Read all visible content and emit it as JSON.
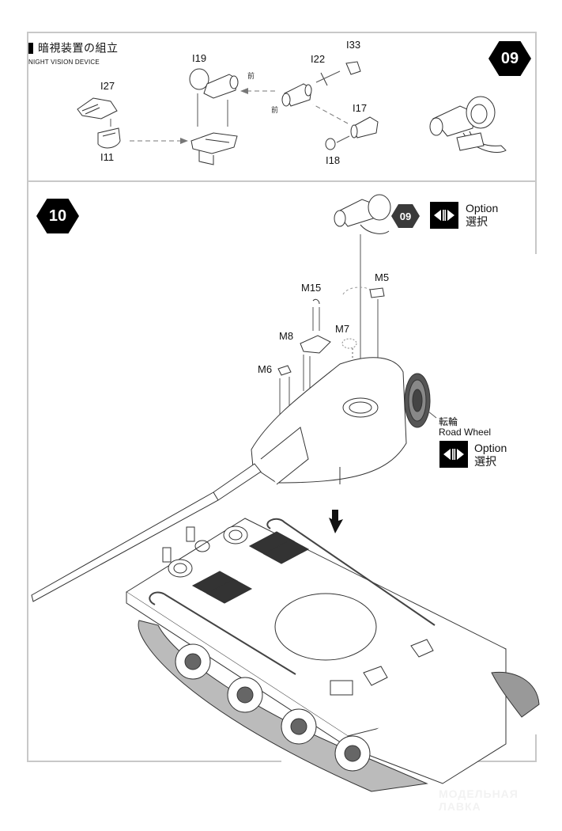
{
  "step09": {
    "number": "09",
    "title_jp": "暗視装置の組立",
    "title_en": "NIGHT VISION DEVICE",
    "parts": [
      "I27",
      "I11",
      "I19",
      "I22",
      "I33",
      "I17",
      "I18"
    ],
    "front_marker": "前"
  },
  "step10": {
    "number": "10",
    "reference_step": "09",
    "option_label": "Option",
    "option_label_jp": "選択",
    "parts": [
      "M15",
      "M5",
      "M8",
      "M7",
      "M6"
    ],
    "road_wheel_jp": "転輪",
    "road_wheel_en": "Road Wheel",
    "road_wheel_option_label": "Option",
    "road_wheel_option_label_jp": "選択"
  },
  "watermark": {
    "line1": "МОДЕЛЬНАЯ",
    "line2": "ЛАВКА"
  }
}
